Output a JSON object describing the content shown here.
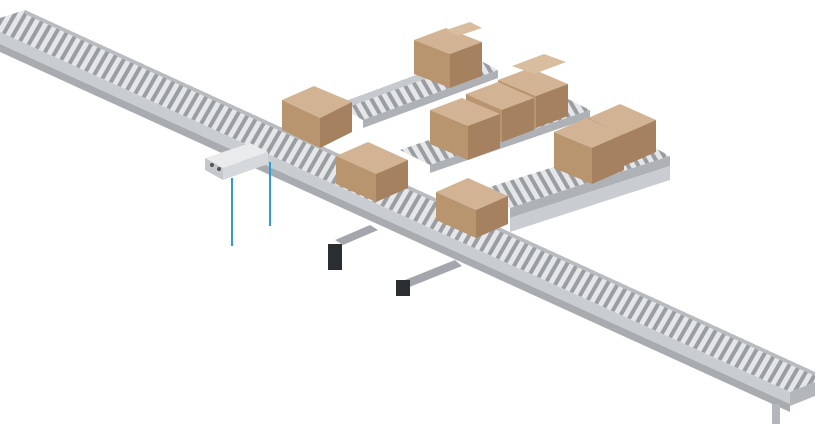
{
  "scene": {
    "background": "#ffffff",
    "frame_color": "#c9ccd0",
    "frame_shadow": "#9ea2a7",
    "roller_color": "#d8dadd",
    "roller_shadow": "#8c9096",
    "box_top": "#d2b494",
    "box_left": "#b8956f",
    "box_right": "#a58160",
    "sensor_line": "#2a9fd6",
    "actuator": "#8d9198",
    "motor": "#2a2d31"
  },
  "objects": {
    "main_conveyor": "main-roller-conveyor",
    "branch_conveyors": [
      "branch-conveyor-1",
      "branch-conveyor-2",
      "branch-conveyor-3"
    ],
    "boxes": [
      "box-1",
      "box-2",
      "box-3",
      "box-4",
      "box-5",
      "box-6",
      "box-7",
      "box-8",
      "box-9",
      "box-10",
      "box-11"
    ],
    "devices": [
      "photo-sensor-module",
      "pusher-actuator-1",
      "pusher-actuator-2",
      "motor-drive-icon"
    ]
  }
}
